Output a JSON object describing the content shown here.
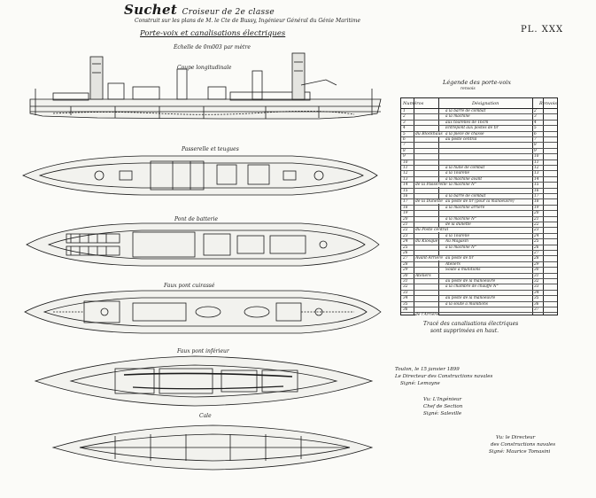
{
  "header": {
    "ship": "Suchet",
    "subtitle": "Croiseur de 2e classe",
    "line1": "Construit sur les plans de M. le Cte de Bussy, Ingénieur Général du Génie Maritime",
    "line2": "Porte-voix et canalisations électriques",
    "scale": "Échelle de 0m003 par mètre",
    "plate": "PL. XXX"
  },
  "views": {
    "longitudinal": "Coupe longitudinale",
    "passerelle": "Passerelle et teugues",
    "pont_batterie": "Pont de batterie",
    "pont_cuirasse": "Faux pont cuirassé",
    "faux_pont": "Faux pont inférieur",
    "cale": "Cale"
  },
  "legend": {
    "title": "Légende des porte-voix",
    "sub": "renvois",
    "col_num": "Numéros",
    "col_desc": "Désignation",
    "col_ref": "Renvois",
    "groups": [
      {
        "label": "du Blockhaus",
        "row": 4
      },
      {
        "label": "de la Passerelle",
        "row": 13
      },
      {
        "label": "de la Dunette",
        "row": 16
      },
      {
        "label": "du Poste central",
        "row": 21
      },
      {
        "label": "du Kiosque",
        "row": 23
      },
      {
        "label": "Avant-Arrière",
        "row": 26
      },
      {
        "label": "Ateliers",
        "row": 29
      },
      {
        "label": "de l'Arrière",
        "row": 36
      }
    ],
    "rows": [
      {
        "n": "1",
        "d": "à la barre de combat",
        "r": "2"
      },
      {
        "n": "2",
        "d": "à la machine",
        "r": "3"
      },
      {
        "n": "3",
        "d": "aux tourelles de 16cm",
        "r": "4"
      },
      {
        "n": "4",
        "d": "Entrepont     aux postes de tir",
        "r": "5"
      },
      {
        "n": "5",
        "d": "à la pièce de chasse",
        "r": "6"
      },
      {
        "n": "6",
        "d": "au poste central",
        "r": "7"
      },
      {
        "n": "7",
        "d": "",
        "r": "8"
      },
      {
        "n": "8",
        "d": "",
        "r": "9"
      },
      {
        "n": "9",
        "d": "",
        "r": "10"
      },
      {
        "n": "10",
        "d": "",
        "r": "11"
      },
      {
        "n": "11",
        "d": "à la hune de combat",
        "r": "12"
      },
      {
        "n": "12",
        "d": "à la Tourelle",
        "r": "13"
      },
      {
        "n": "13",
        "d": "à la machine avant",
        "r": "14"
      },
      {
        "n": "14",
        "d": "à la machine N°",
        "r": "15"
      },
      {
        "n": "15",
        "d": "",
        "r": "16"
      },
      {
        "n": "16",
        "d": "à la barre de combat",
        "r": "17"
      },
      {
        "n": "17",
        "d": "au poste de tir (pour la manoeuvre)",
        "r": "18"
      },
      {
        "n": "18",
        "d": "à la machine arrière",
        "r": "19"
      },
      {
        "n": "19",
        "d": "",
        "r": "20"
      },
      {
        "n": "20",
        "d": "à la machine N°",
        "r": "21"
      },
      {
        "n": "21",
        "d": "de la dunette",
        "r": "22"
      },
      {
        "n": "22",
        "d": "",
        "r": "23"
      },
      {
        "n": "23",
        "d": "à la Tourelle",
        "r": "24"
      },
      {
        "n": "24",
        "d": "Au Magasin",
        "r": "25"
      },
      {
        "n": "25",
        "d": "à la machine N°",
        "r": "26"
      },
      {
        "n": "26",
        "d": "",
        "r": "27"
      },
      {
        "n": "27",
        "d": "au poste de tir",
        "r": "28"
      },
      {
        "n": "28",
        "d": "Ateliers",
        "r": "29"
      },
      {
        "n": "29",
        "d": "Soute à munitions",
        "r": "30"
      },
      {
        "n": "30",
        "d": "",
        "r": "31"
      },
      {
        "n": "31",
        "d": "au poste de la manoeuvre",
        "r": "32"
      },
      {
        "n": "32",
        "d": "à la chambre de chauffe N°",
        "r": "33"
      },
      {
        "n": "33",
        "d": "",
        "r": "34"
      },
      {
        "n": "34",
        "d": "au poste de la manoeuvre",
        "r": "35"
      },
      {
        "n": "35",
        "d": "à la soute à munitions",
        "r": "36"
      },
      {
        "n": "36",
        "d": "",
        "r": "37"
      }
    ]
  },
  "notes": {
    "electric1": "Tracé des canalisations électriques",
    "electric2": "sont supprimées en haut.",
    "dated1": "Toulon, le 15 janvier 1899",
    "dated2": "Le Directeur des Constructions navales",
    "dated3": "Signé: Lemoyne",
    "seen1": "Vu: L'Ingénieur",
    "seen2": "Chef de Section",
    "seen3": "Signé: Saleville",
    "sig1": "Vu: le Directeur",
    "sig2": "des Constructions navales",
    "sig3": "Signé: Maurice Tomasini"
  }
}
